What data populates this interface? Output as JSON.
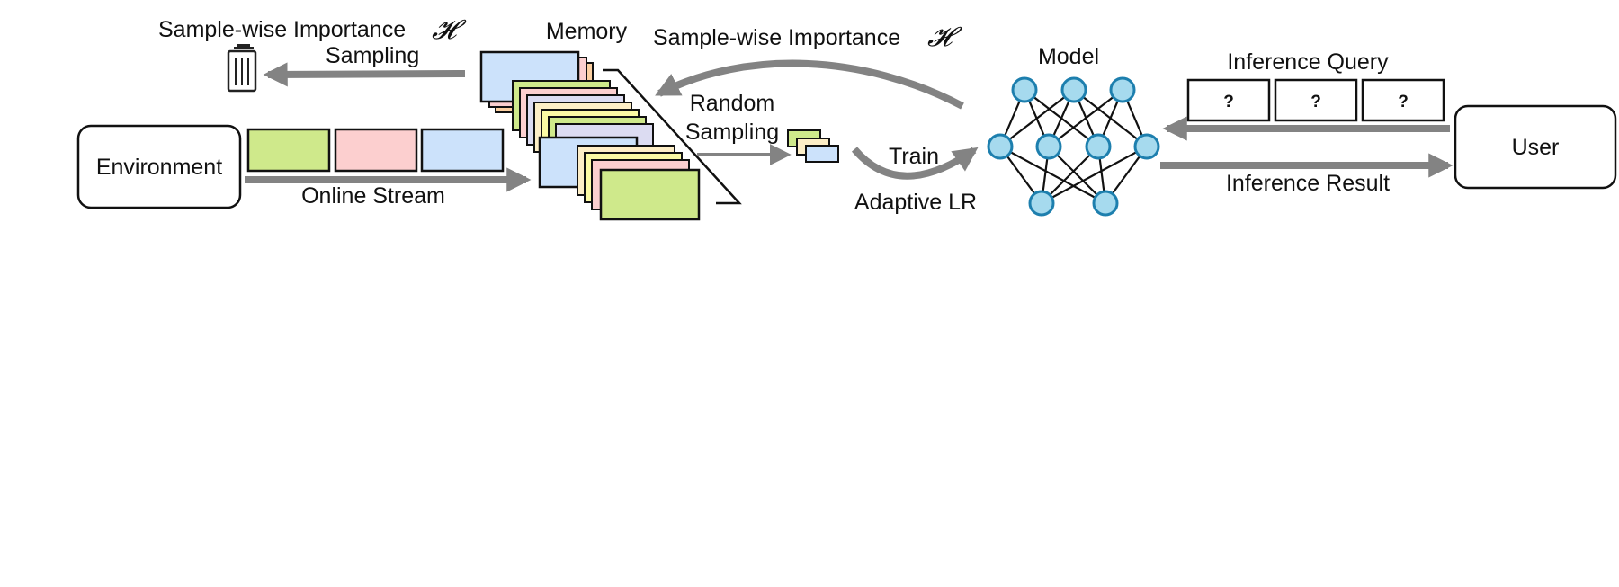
{
  "labels": {
    "importance_left": "Sample-wise Importance",
    "sampling_left": "Sampling",
    "memory": "Memory",
    "importance_right": "Sample-wise Importance",
    "importance_symbol": "𝓗",
    "random": "Random",
    "random_sampling": "Sampling",
    "train": "Train",
    "adaptive_lr": "Adaptive LR",
    "model": "Model",
    "inference_query": "Inference Query",
    "inference_result": "Inference Result",
    "environment": "Environment",
    "online_stream": "Online Stream",
    "user": "User",
    "query_mark": "?"
  },
  "icons": {
    "trash": "trash-icon"
  },
  "colors": {
    "arrow": "#838383",
    "green": "#cfe98b",
    "pink": "#fccfcf",
    "blue": "#cce2fb",
    "orange": "#fcd0a2",
    "purple": "#dcdcf2",
    "yellow": "#fbfaa4",
    "cream": "#fdeec6",
    "node_fill": "#a6daee",
    "node_stroke": "#1d7fae"
  }
}
